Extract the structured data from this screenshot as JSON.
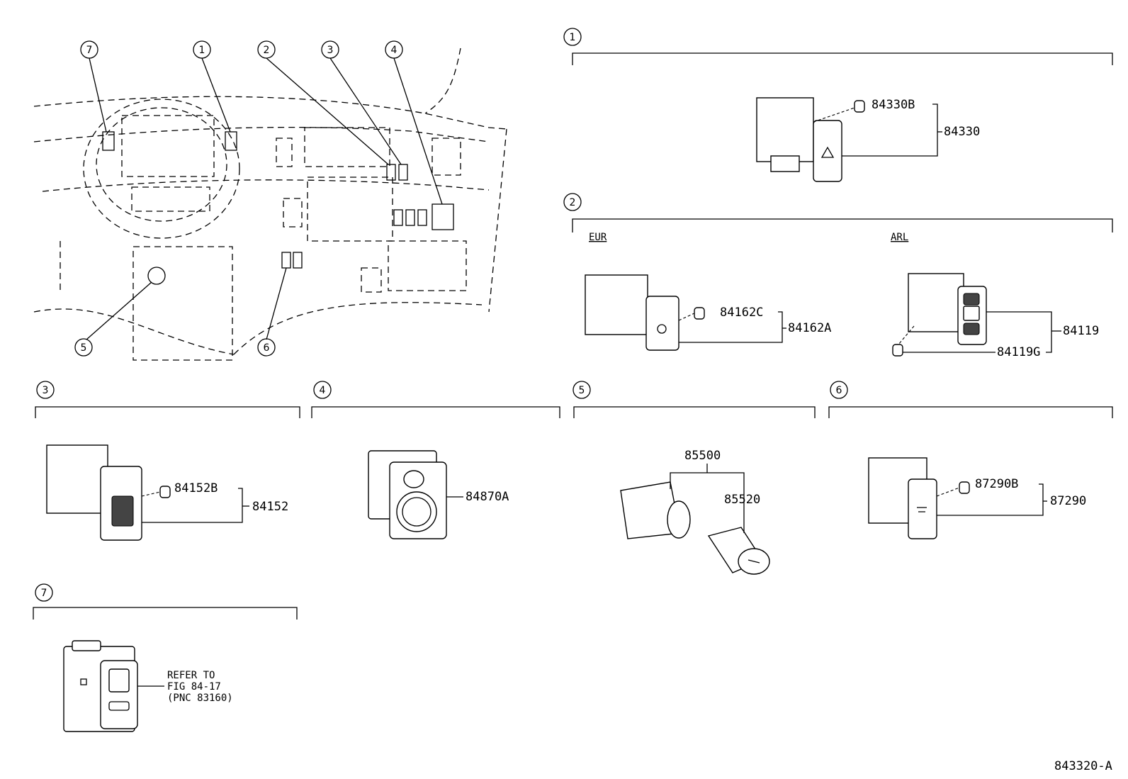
{
  "overview": {
    "callouts": [
      "7",
      "1",
      "2",
      "3",
      "4",
      "5",
      "6"
    ]
  },
  "sections": [
    {
      "number": "1",
      "parts": [
        "84330B",
        "84330"
      ]
    },
    {
      "number": "2",
      "variants": [
        "EUR",
        "ARL"
      ],
      "parts": [
        "84162C",
        "84162A",
        "84119",
        "84119G"
      ]
    },
    {
      "number": "3",
      "parts": [
        "84152B",
        "84152"
      ]
    },
    {
      "number": "4",
      "parts": [
        "84870A"
      ]
    },
    {
      "number": "5",
      "parts": [
        "85500",
        "85520"
      ]
    },
    {
      "number": "6",
      "parts": [
        "87290B",
        "87290"
      ]
    },
    {
      "number": "7",
      "reference": [
        "REFER TO",
        "FIG 84-17",
        "(PNC 83160)"
      ]
    }
  ],
  "figure_id": "843320-A"
}
